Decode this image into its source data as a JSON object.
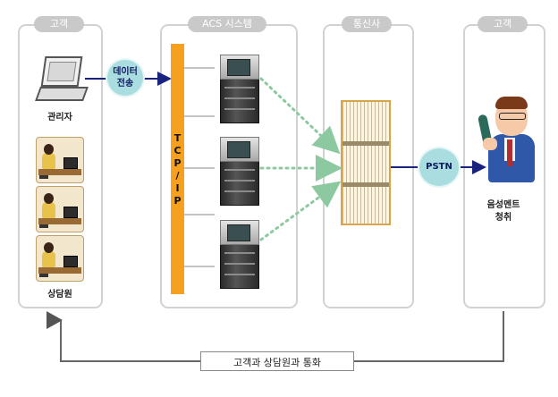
{
  "panels": {
    "customer_left": "고객",
    "acs": "ACS 시스템",
    "carrier": "통신사",
    "customer_right": "고객"
  },
  "labels": {
    "admin": "관리자",
    "agent": "상담원",
    "data_transfer_1": "데이터",
    "data_transfer_2": "전송",
    "bus_letters": [
      "T",
      "C",
      "P",
      "/",
      "I",
      "P"
    ],
    "pstn": "PSTN",
    "listen_1": "음성멘트",
    "listen_2": "청취",
    "bottom_call": "고객과 상담원과 통화"
  },
  "colors": {
    "bus": "#f6a020",
    "arrow": "#1a237e",
    "dotted": "#8cc9a0",
    "panel_border": "#d2d2d2",
    "tab": "#c9c9c9",
    "circle": "#a9dde0"
  }
}
